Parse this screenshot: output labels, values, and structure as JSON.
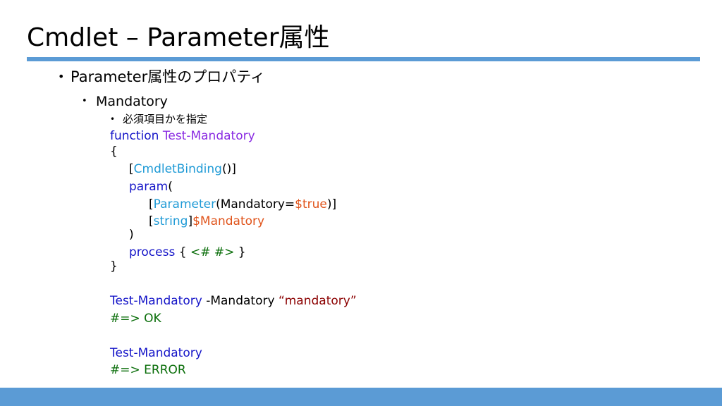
{
  "title": "Cmdlet – Parameter属性",
  "bullets": {
    "level1": "Parameter属性のプロパティ",
    "level2": "Mandatory",
    "level3": "必須項目かを指定"
  },
  "code": {
    "l1_kw": "function",
    "l1_name": "Test-Mandatory",
    "l2": "{",
    "l3_open": "[",
    "l3_type": "CmdletBinding",
    "l3_close": "()]",
    "l4_kw": "param",
    "l4_paren": "(",
    "l5_open": "[",
    "l5_type": "Parameter",
    "l5_arg": "(Mandatory=",
    "l5_val": "$true",
    "l5_close": ")]",
    "l6_open": "[",
    "l6_type": "string",
    "l6_close": "]",
    "l6_var": "$Mandatory",
    "l7": ")",
    "l8_kw": "process",
    "l8_open": "{ ",
    "l8_cmt": "<#  #>",
    "l8_close": " }",
    "l9": "}",
    "l10_cmd": "Test-Mandatory",
    "l10_param": " -Mandatory ",
    "l10_str": "“mandatory”",
    "l11": "#=> OK",
    "l12_cmd": "Test-Mandatory",
    "l13": "#=> ERROR"
  },
  "colors": {
    "accent": "#5b9bd5",
    "keyword": "#1515c8",
    "function_name": "#8a2be2",
    "type": "#1e9ad6",
    "variable": "#e0531a",
    "string": "#8b0000",
    "comment": "#0a6e0a"
  }
}
